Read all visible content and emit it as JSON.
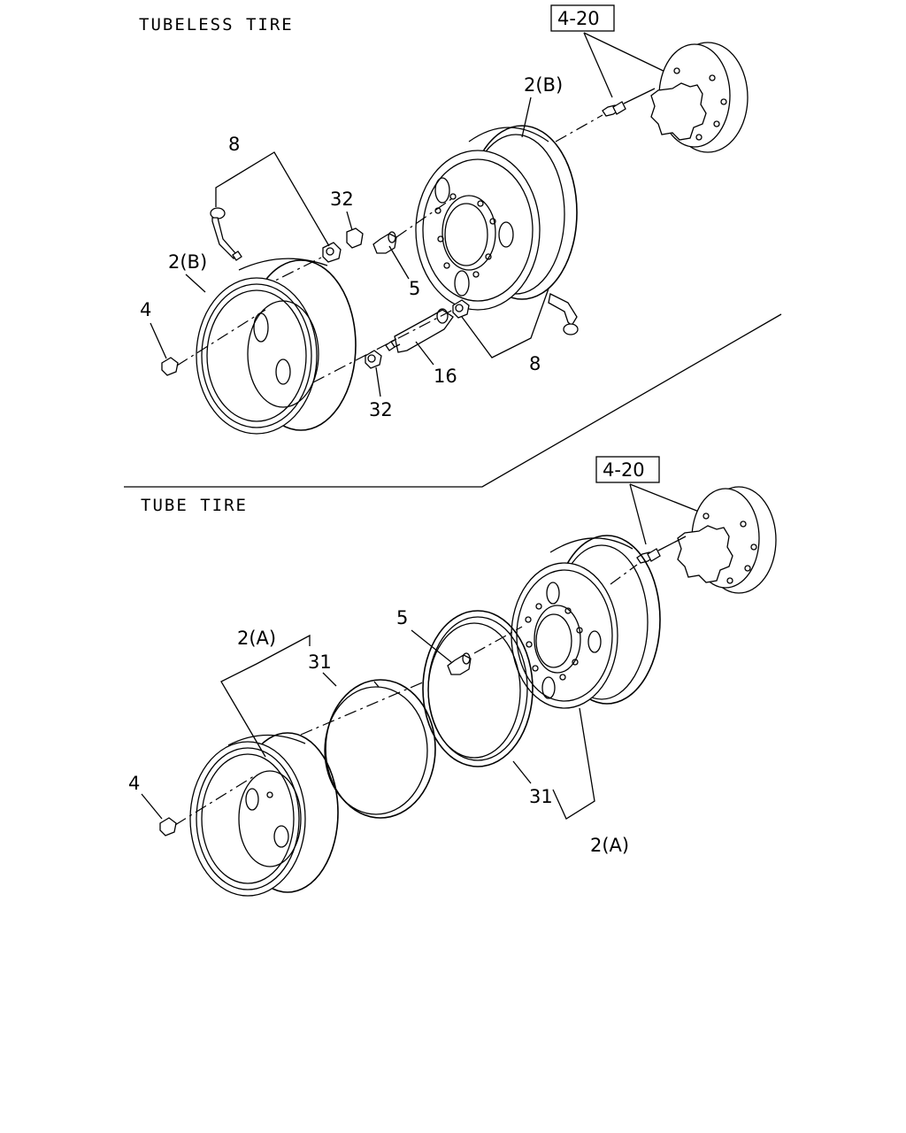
{
  "sections": {
    "tubeless_title": "TUBELESS TIRE",
    "tube_title": "TUBE TIRE"
  },
  "tubeless": {
    "ref_box": "4-20",
    "label_2b_upper": "2(B)",
    "label_2b_left": "2(B)",
    "label_8_upper": "8",
    "label_8_lower": "8",
    "label_32_upper": "32",
    "label_32_lower": "32",
    "label_5": "5",
    "label_4": "4",
    "label_16": "16"
  },
  "tube": {
    "ref_box": "4-20",
    "label_2a_upper": "2(A)",
    "label_2a_lower": "2(A)",
    "label_31_upper": "31",
    "label_31_lower": "31",
    "label_5": "5",
    "label_4": "4"
  }
}
